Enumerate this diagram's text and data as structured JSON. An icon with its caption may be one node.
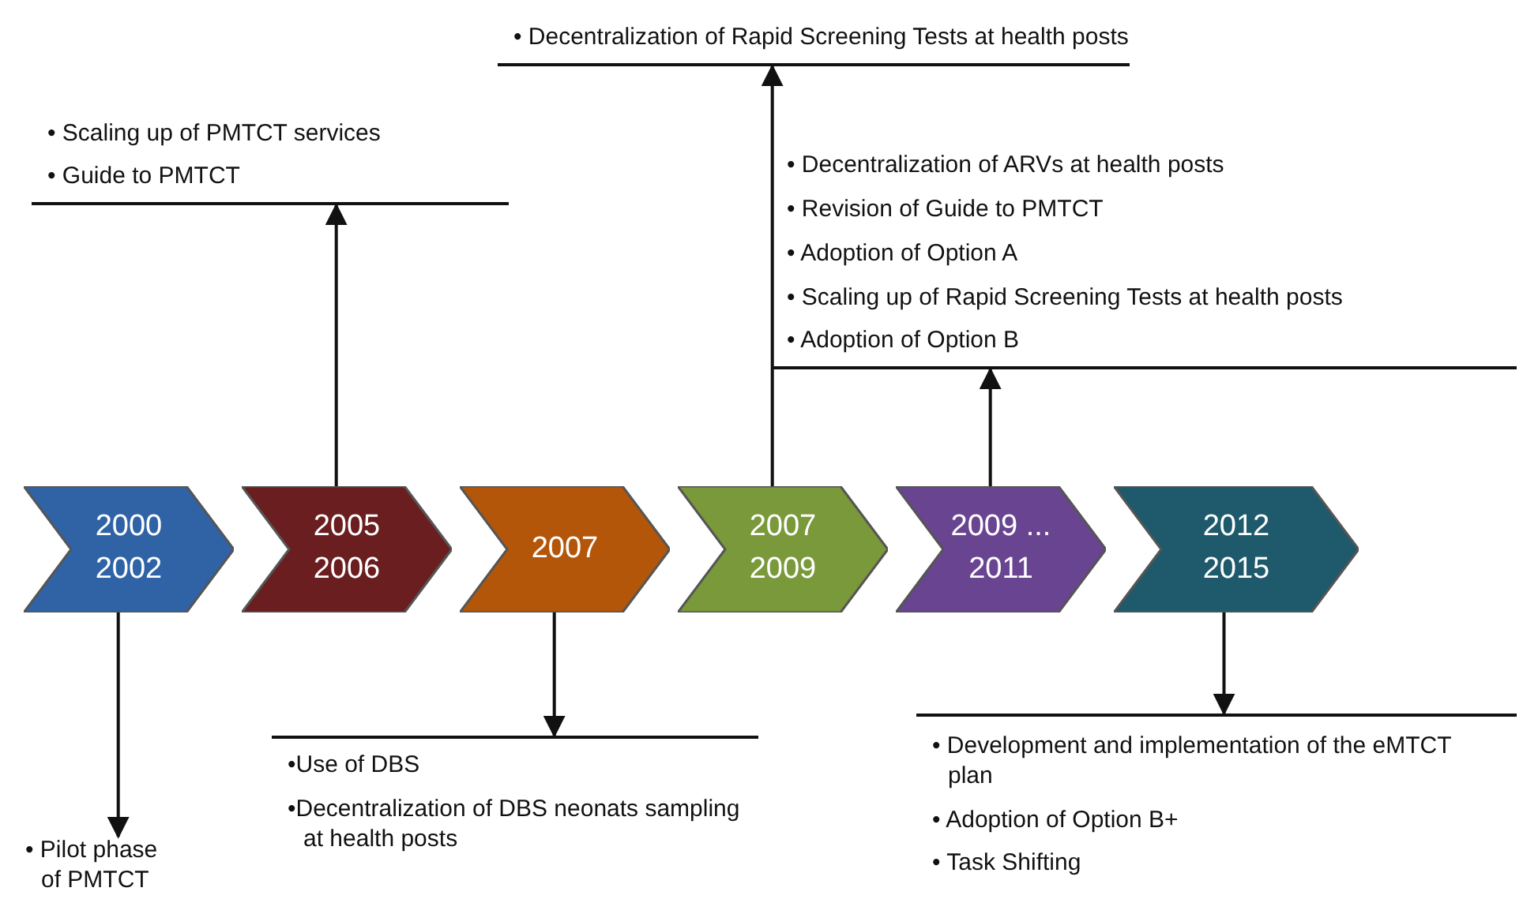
{
  "diagram": {
    "nodes": [
      {
        "text": [
          "2000",
          "2002"
        ]
      },
      {
        "text": [
          "2005",
          "2006"
        ]
      },
      {
        "text": [
          "2007"
        ]
      },
      {
        "text": [
          "2007",
          "2009"
        ]
      },
      {
        "text": [
          "2009 ...",
          "2011"
        ]
      },
      {
        "text": [
          "2012",
          "2015"
        ]
      },
      {
        "text": [
          "• Pilot phase of PMTCT"
        ]
      },
      {
        "text": [
          "• Scaling up of PMTCT services",
          "• Guide to PMTCT"
        ]
      },
      {
        "text": [
          "•Use of DBS",
          "•Decentralization of DBS neonats sampling at health posts"
        ]
      },
      {
        "text": [
          "• Decentralization of Rapid Screening Tests at health posts"
        ]
      },
      {
        "text": [
          "• Decentralization of ARVs at health posts",
          "• Revision of Guide to PMTCT",
          "• Adoption of Option A",
          "• Scaling up of Rapid Screening Tests at health posts",
          "• Adoption of Option B"
        ]
      },
      {
        "text": [
          "• Development and implementation of the eMTCT plan",
          "• Adoption of Option B+",
          "• Task Shifting"
        ]
      }
    ],
    "edges": [
      {
        "from": 0,
        "to": 6,
        "arrow": "to"
      },
      {
        "from": 1,
        "to": 7,
        "arrow": "to"
      },
      {
        "from": 2,
        "to": 8,
        "arrow": "to"
      },
      {
        "from": 3,
        "to": 9,
        "arrow": "to"
      },
      {
        "from": 4,
        "to": 10,
        "arrow": "to"
      },
      {
        "from": 5,
        "to": 11,
        "arrow": "to"
      }
    ]
  }
}
